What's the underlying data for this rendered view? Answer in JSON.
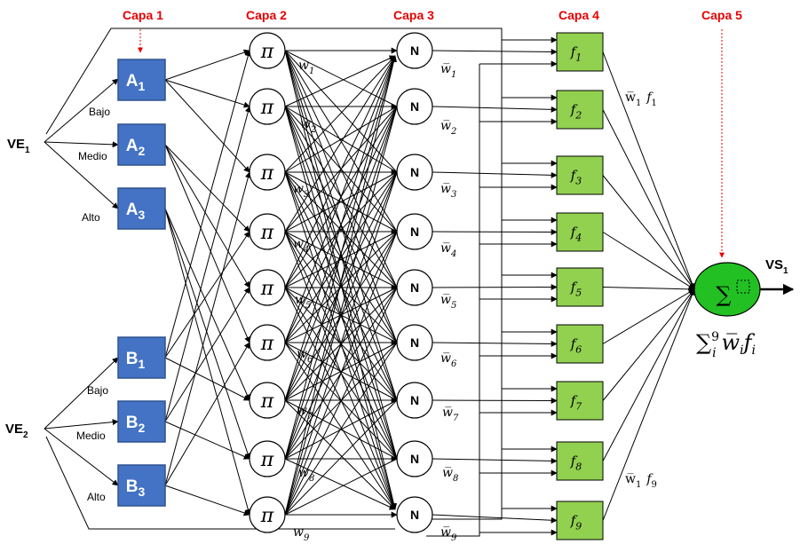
{
  "layers": [
    "Capa 1",
    "Capa 2",
    "Capa 3",
    "Capa 4",
    "Capa 5"
  ],
  "inputs": [
    {
      "base": "VE",
      "sub": "1"
    },
    {
      "base": "VE",
      "sub": "2"
    }
  ],
  "membership_labels_1": [
    "Bajo",
    "Medio",
    "Alto"
  ],
  "membership_labels_2": [
    "Bajo",
    "Medio",
    "Alto"
  ],
  "membership_nodes_a": [
    {
      "base": "A",
      "sub": "1"
    },
    {
      "base": "A",
      "sub": "2"
    },
    {
      "base": "A",
      "sub": "3"
    }
  ],
  "membership_nodes_b": [
    {
      "base": "B",
      "sub": "1"
    },
    {
      "base": "B",
      "sub": "2"
    },
    {
      "base": "B",
      "sub": "3"
    }
  ],
  "product_symbol": "π",
  "product_weights": [
    {
      "base": "w",
      "sub": "1"
    },
    {
      "base": "w",
      "sub": "2"
    },
    {
      "base": "w",
      "sub": "3"
    },
    {
      "base": "w",
      "sub": "4"
    },
    {
      "base": "w",
      "sub": "5"
    },
    {
      "base": "w",
      "sub": "6"
    },
    {
      "base": "w",
      "sub": "7"
    },
    {
      "base": "w",
      "sub": "8"
    },
    {
      "base": "w",
      "sub": "9"
    }
  ],
  "norm_symbol": "N",
  "norm_weights": [
    {
      "base": "w̅",
      "sub": "1"
    },
    {
      "base": "w̅",
      "sub": "2"
    },
    {
      "base": "w̅",
      "sub": "3"
    },
    {
      "base": "w̅",
      "sub": "4"
    },
    {
      "base": "w̅",
      "sub": "5"
    },
    {
      "base": "w̅",
      "sub": "6"
    },
    {
      "base": "w̅",
      "sub": "7"
    },
    {
      "base": "w̅",
      "sub": "8"
    },
    {
      "base": "w̅",
      "sub": "9"
    }
  ],
  "consequent_nodes": [
    {
      "base": "f",
      "sub": "1"
    },
    {
      "base": "f",
      "sub": "2"
    },
    {
      "base": "f",
      "sub": "3"
    },
    {
      "base": "f",
      "sub": "4"
    },
    {
      "base": "f",
      "sub": "5"
    },
    {
      "base": "f",
      "sub": "6"
    },
    {
      "base": "f",
      "sub": "7"
    },
    {
      "base": "f",
      "sub": "8"
    },
    {
      "base": "f",
      "sub": "9"
    }
  ],
  "edge_label_top": {
    "w": "w̅",
    "wsub": "1",
    "f": "f",
    "fsub": "1"
  },
  "edge_label_bottom": {
    "w": "w̅",
    "wsub": "1",
    "f": "f",
    "fsub": "9"
  },
  "output": {
    "base": "VS",
    "sub": "1"
  },
  "sum_symbol": "∑",
  "sum_formula": {
    "sum": "∑",
    "sub": "i",
    "sup": "9",
    "term": "w̅",
    "tsub": "i",
    "f": "f",
    "fsub": "i"
  },
  "colors": {
    "membership_box": "#4472c4",
    "membership_border": "#2f528f",
    "consequent_box": "#92d050",
    "sum_node": "#22c022",
    "layer_label": "#e60000"
  }
}
